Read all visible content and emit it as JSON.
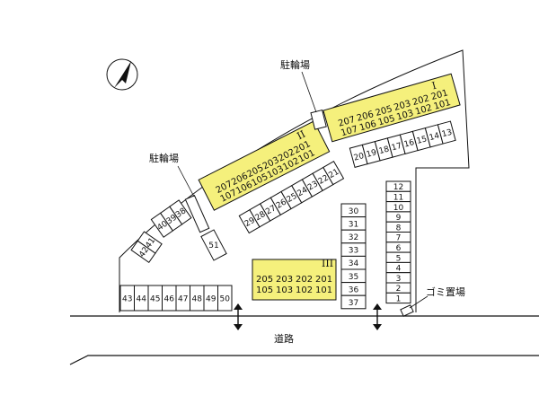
{
  "labels": {
    "bike_parking": "駐輪場",
    "trash_area": "ゴミ置場",
    "road": "道路"
  },
  "colors": {
    "building_fill": "#f5f07c",
    "ink": "#111111",
    "paper": "#ffffff"
  },
  "compass": {
    "icon": "north-arrow-icon"
  },
  "buildings": [
    {
      "id": "I",
      "top_row": [
        "207",
        "206",
        "205",
        "203",
        "202",
        "201"
      ],
      "bottom_row": [
        "107",
        "106",
        "105",
        "103",
        "102",
        "101"
      ]
    },
    {
      "id": "II",
      "top_row": [
        "207",
        "206",
        "205",
        "203",
        "202",
        "201"
      ],
      "bottom_row": [
        "107",
        "106",
        "105",
        "103",
        "102",
        "101"
      ]
    },
    {
      "id": "III",
      "top_row": [
        "205",
        "203",
        "202",
        "201"
      ],
      "bottom_row": [
        "105",
        "103",
        "102",
        "101"
      ]
    }
  ],
  "parking": {
    "row_13_20": [
      "20",
      "19",
      "18",
      "17",
      "16",
      "15",
      "14",
      "13"
    ],
    "row_21_29": [
      "29",
      "28",
      "27",
      "26",
      "25",
      "24",
      "23",
      "22",
      "21"
    ],
    "col_1_12": [
      "12",
      "11",
      "10",
      "9",
      "8",
      "7",
      "6",
      "5",
      "4",
      "3",
      "2",
      "1"
    ],
    "col_30_37": [
      "30",
      "31",
      "32",
      "33",
      "34",
      "35",
      "36",
      "37"
    ],
    "row_43_50": [
      "43",
      "44",
      "45",
      "46",
      "47",
      "48",
      "49",
      "50"
    ],
    "diag_38_40": [
      "40",
      "39",
      "38"
    ],
    "diag_41_42": [
      "42",
      "41"
    ],
    "single_51": [
      "51"
    ]
  }
}
